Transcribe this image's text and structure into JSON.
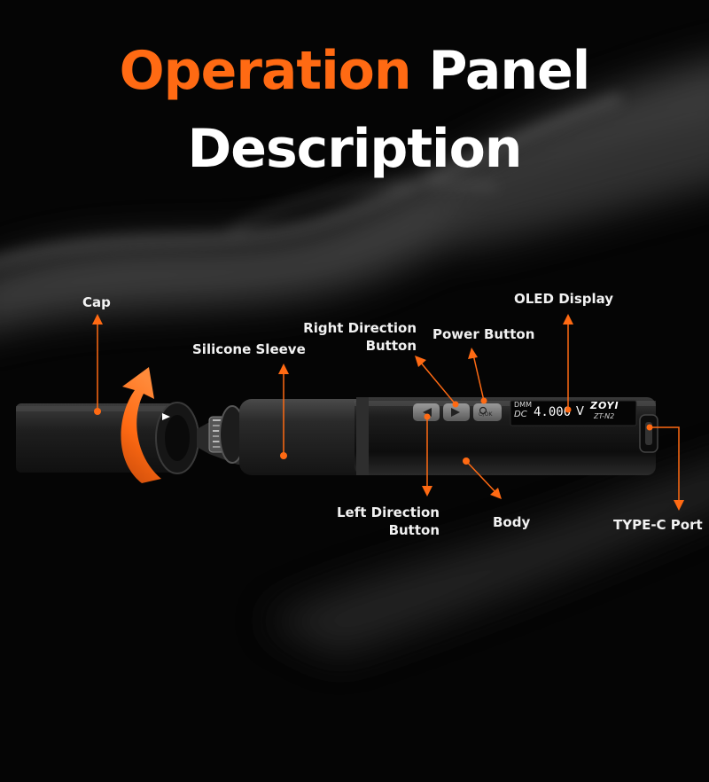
{
  "title": {
    "line1_highlight": "Operation",
    "line1_rest": "Panel",
    "line2": "Description",
    "accent_color": "#ff6a13",
    "text_color": "#ffffff"
  },
  "device": {
    "brand": "ZOYI",
    "model": "ZT-N2",
    "mode_indicator": "DMM",
    "display_prefix": "DC",
    "display_value": "4.000",
    "display_unit": "V",
    "power_button_text": "⏻/OK"
  },
  "labels": {
    "cap": "Cap",
    "silicone_sleeve": "Silicone Sleeve",
    "right_direction_line1": "Right Direction",
    "right_direction_line2": "Button",
    "power_button": "Power Button",
    "oled_display": "OLED Display",
    "left_direction_line1": "Left Direction",
    "left_direction_line2": "Button",
    "body": "Body",
    "type_c_port": "TYPE-C Port"
  },
  "colors": {
    "callout": "#ff6a13",
    "background": "#050505",
    "device_body": "#1a1a1a"
  }
}
